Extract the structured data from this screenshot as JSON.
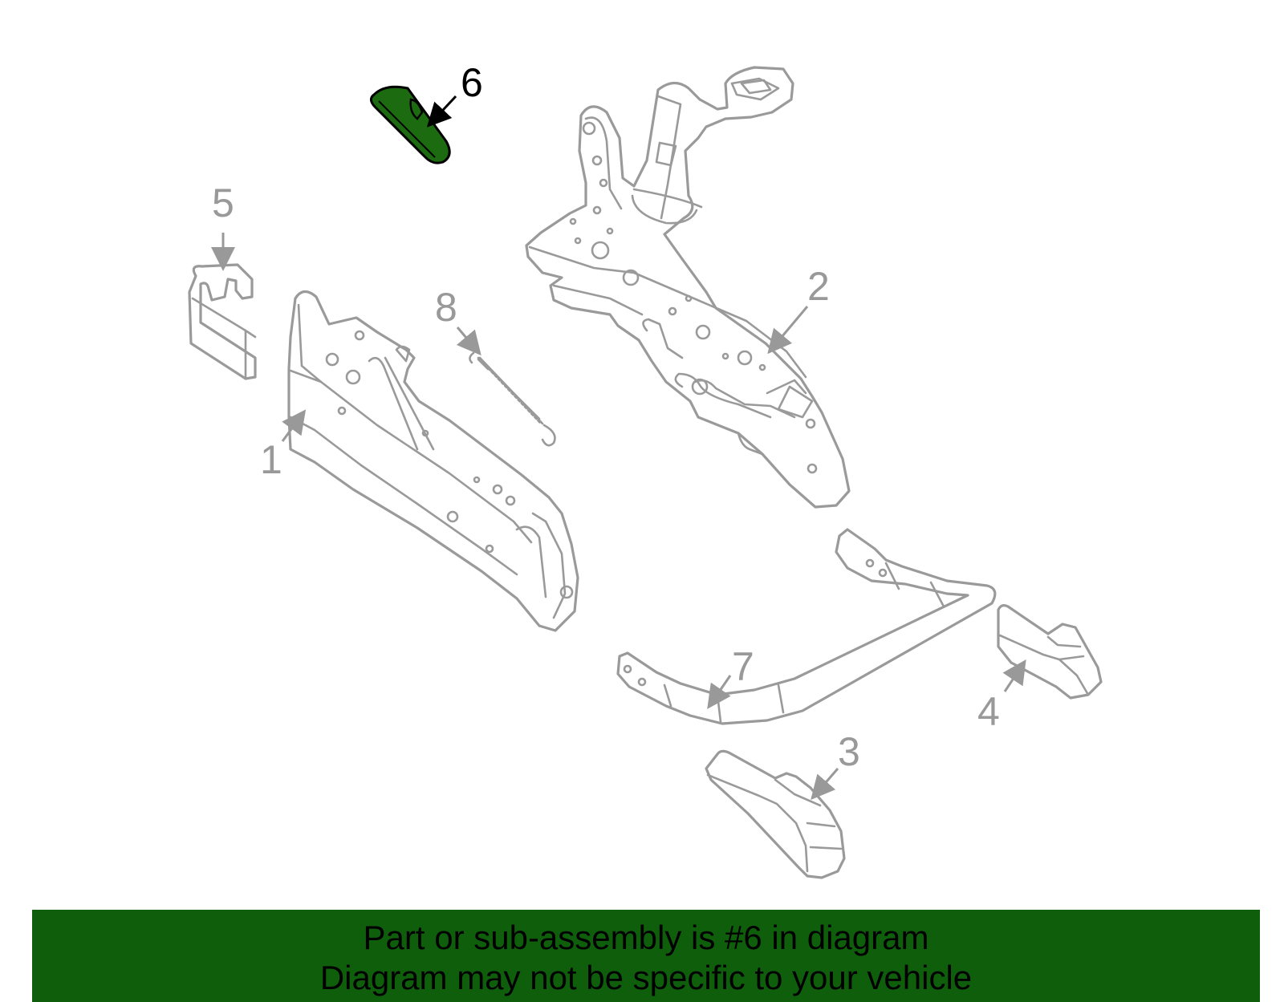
{
  "diagram": {
    "callouts": [
      "1",
      "2",
      "3",
      "4",
      "5",
      "6",
      "7",
      "8"
    ],
    "highlighted_callout": "6",
    "colors": {
      "highlight_fill": "#1d6b10",
      "outline": "#9a9a9a",
      "banner": "#0f5e0c"
    }
  },
  "banner": {
    "line1": "Part or sub-assembly is #6 in diagram",
    "line2": "Diagram may not be specific to your vehicle"
  }
}
